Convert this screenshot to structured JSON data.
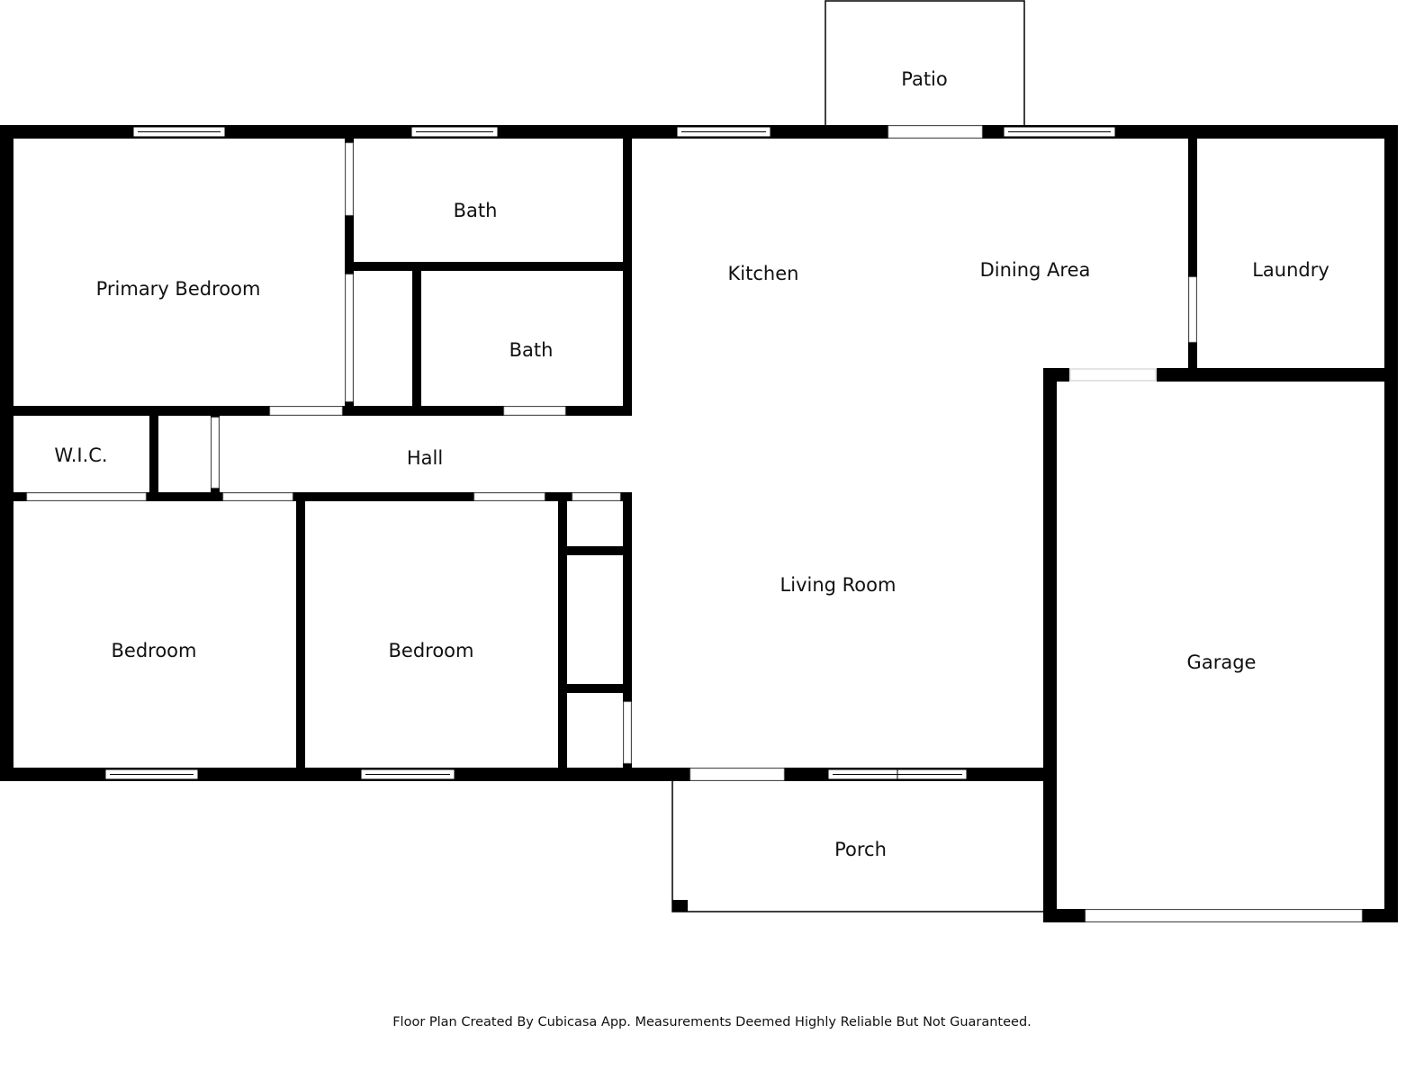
{
  "rooms": {
    "patio": "Patio",
    "bath_upper": "Bath",
    "primary_bedroom": "Primary Bedroom",
    "kitchen": "Kitchen",
    "dining_area": "Dining Area",
    "laundry": "Laundry",
    "bath_lower": "Bath",
    "wic": "W.I.C.",
    "hall": "Hall",
    "living_room": "Living Room",
    "garage": "Garage",
    "bedroom_left": "Bedroom",
    "bedroom_middle": "Bedroom",
    "porch": "Porch"
  },
  "footer": {
    "note": "Floor Plan Created By Cubicasa App. Measurements Deemed Highly Reliable But Not Guaranteed."
  },
  "colors": {
    "wall": "#000000",
    "background": "#ffffff",
    "opening": "#ffffff"
  }
}
